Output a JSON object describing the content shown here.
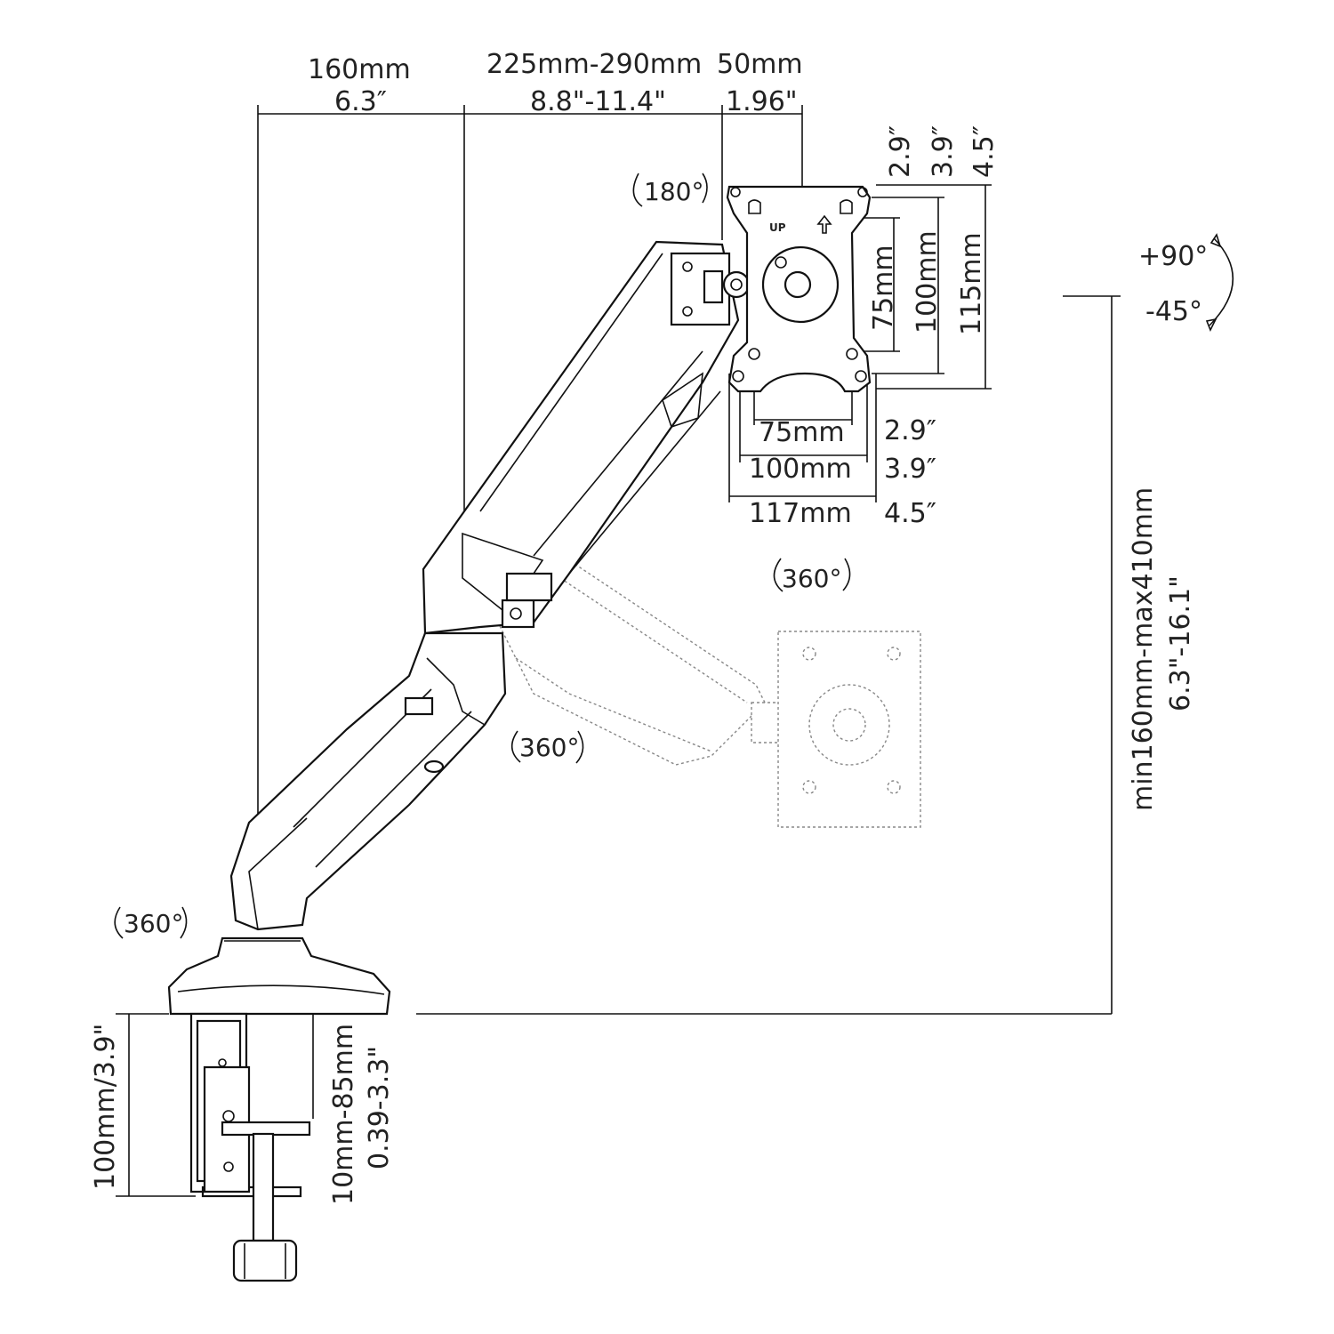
{
  "dimensions": {
    "base_offset": {
      "mm": "160mm",
      "in": "6.3″"
    },
    "arm_extension": {
      "mm": "225mm-290mm",
      "in": "8.8\"-11.4\""
    },
    "plate_offset": {
      "mm": "50mm",
      "in": "1.96\""
    },
    "vesa_vertical": [
      {
        "mm": "75mm",
        "in": "2.9″"
      },
      {
        "mm": "100mm",
        "in": "3.9″"
      },
      {
        "mm": "115mm",
        "in": "4.5″"
      }
    ],
    "vesa_horizontal": [
      {
        "mm": "75mm",
        "in": "2.9″"
      },
      {
        "mm": "100mm",
        "in": "3.9″"
      },
      {
        "mm": "117mm",
        "in": "4.5″"
      }
    ],
    "height_range": {
      "mm": "min160mm-max410mm",
      "in": "6.3\"-16.1\""
    },
    "clamp_height": "100mm/3.9\"",
    "desk_thickness": {
      "mm": "10mm-85mm",
      "in": "0.39-3.3\""
    }
  },
  "rotations": {
    "plate": "180°",
    "tilt_up": "+90°",
    "tilt_down": "-45°",
    "upper_joint": "360°",
    "elbow": "360°",
    "base": "360°"
  },
  "plate_marks": {
    "up_text": "UP"
  }
}
